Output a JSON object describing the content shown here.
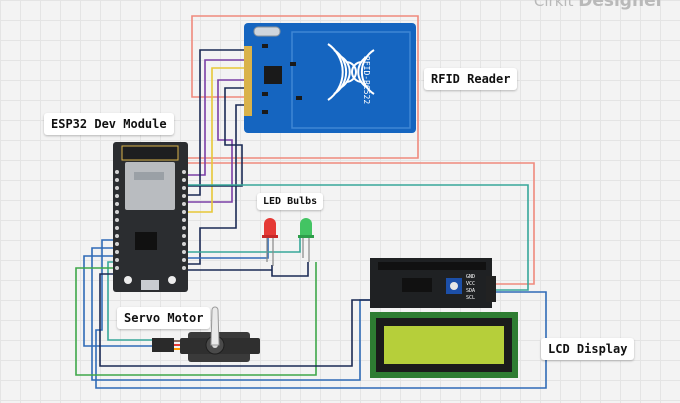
{
  "watermark": {
    "prefix": "Cirkit ",
    "brand": "Designer"
  },
  "labels": {
    "rfid": "RFID Reader",
    "esp32": "ESP32 Dev Module",
    "led": "LED Bulbs",
    "servo": "Servo Motor",
    "lcd": "LCD Display"
  },
  "rfid_board_text": "RFID-RC522",
  "lcd_pins": [
    "GND",
    "VCC",
    "SDA",
    "SCL"
  ],
  "colors": {
    "rfid_board": "#1565c0",
    "esp32_board": "#2b2d30",
    "lcd_board": "#1f2123",
    "lcd_screen": "#b6cf3a",
    "wire_red": "#f08a7d",
    "wire_blue": "#2f6bb7",
    "wire_navy": "#1b2a55",
    "wire_teal": "#38a79a",
    "wire_purple": "#7a3fa6",
    "wire_yellow": "#e7c838",
    "wire_green": "#3fa84a"
  }
}
